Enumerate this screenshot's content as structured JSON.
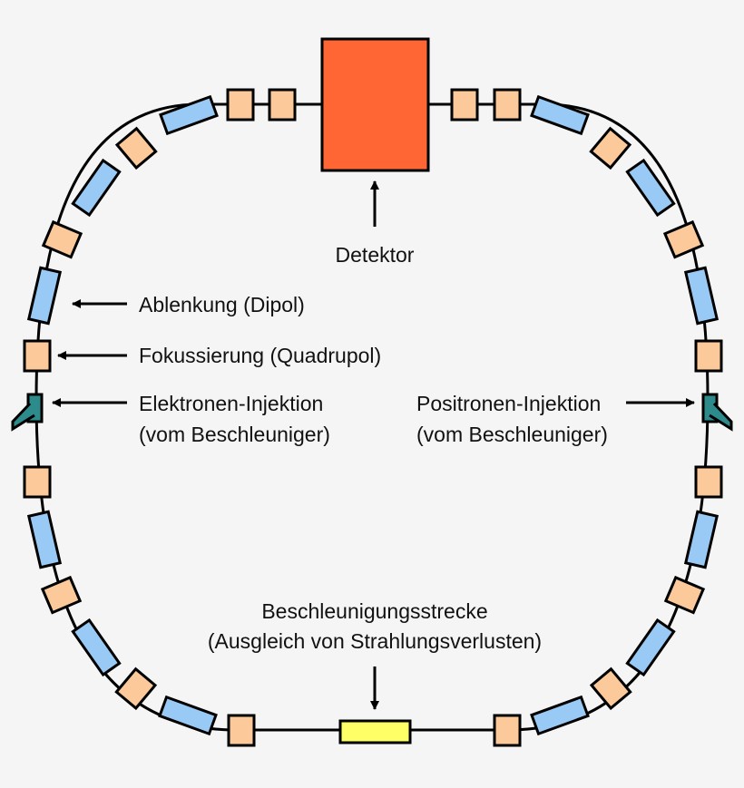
{
  "colors": {
    "background": "#f5f5f5",
    "beam_line": "#000000",
    "dipole_fill": "#99c9f5",
    "quadrupole_fill": "#fcc99a",
    "detector_fill": "#ff6633",
    "accelerating_section_fill": "#ffff66",
    "injector_fill": "#2e8b8b"
  },
  "labels": {
    "detector": "Detektor",
    "dipole": "Ablenkung (Dipol)",
    "quadrupole": "Fokussierung (Quadrupol)",
    "electron_injection_line1": "Elektronen-Injektion",
    "electron_injection_line2": "(vom Beschleuniger)",
    "positron_injection_line1": "Positronen-Injektion",
    "positron_injection_line2": "(vom Beschleuniger)",
    "accelerator_line1": "Beschleunigungsstrecke",
    "accelerator_line2": "(Ausgleich von Strahlungsverlusten)"
  }
}
